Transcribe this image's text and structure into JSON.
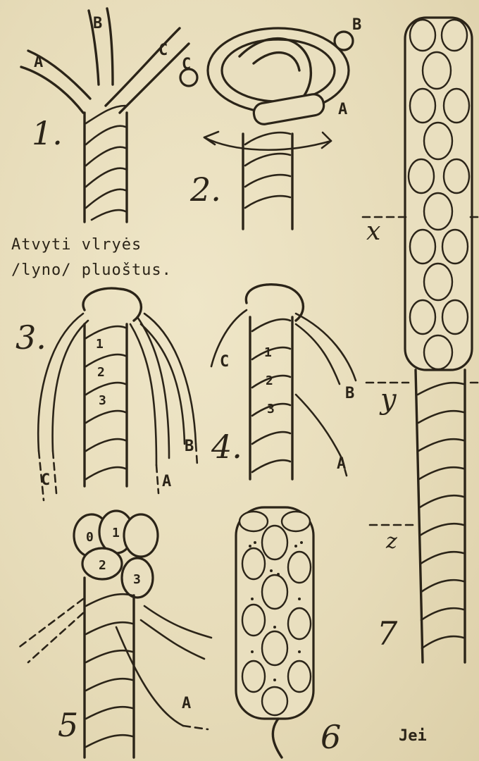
{
  "caption": {
    "line1": "Atvyti vlryės",
    "line2": "/lyno/ pluoštus."
  },
  "footer_text": "Jei",
  "figures": [
    {
      "number": "1.",
      "strand_labels": [
        "A",
        "B",
        "C"
      ]
    },
    {
      "number": "2.",
      "strand_labels": [
        "C",
        "B",
        "A"
      ]
    },
    {
      "number": "3.",
      "strand_labels": [
        "1",
        "2",
        "3",
        "A",
        "B",
        "C"
      ]
    },
    {
      "number": "4.",
      "strand_labels": [
        "1",
        "2",
        "3",
        "C",
        "B",
        "A"
      ]
    },
    {
      "number": "5",
      "strand_labels": [
        "0",
        "1",
        "2",
        "3",
        "A"
      ]
    },
    {
      "number": "6",
      "strand_labels": []
    },
    {
      "number": "7",
      "strand_labels": []
    }
  ],
  "markers": [
    "x",
    "y",
    "z"
  ],
  "colors": {
    "paper": "#e9dfbf",
    "ink": "#2b2418"
  }
}
